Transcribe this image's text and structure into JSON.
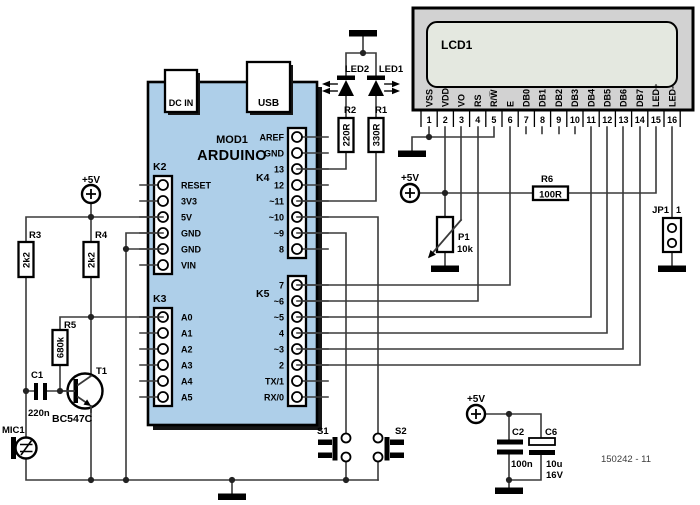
{
  "labels": {
    "plus5v": "+5V",
    "board_ref": "150242 - 11"
  },
  "arduino": {
    "ref": "MOD1",
    "name": "ARDUINO",
    "dc_in": "DC IN",
    "usb": "USB",
    "k2": {
      "label": "K2",
      "pins": [
        "RESET",
        "3V3",
        "5V",
        "GND",
        "GND",
        "VIN"
      ]
    },
    "k3": {
      "label": "K3",
      "pins": [
        "A0",
        "A1",
        "A2",
        "A3",
        "A4",
        "A5"
      ]
    },
    "k4": {
      "label": "K4",
      "pins": [
        "AREF",
        "GND",
        "13",
        "12",
        "~11",
        "~10",
        "~9",
        "8"
      ]
    },
    "k5": {
      "label": "K5",
      "pins": [
        "7",
        "~6",
        "~5",
        "4",
        "~3",
        "2",
        "TX/1",
        "RX/0"
      ]
    }
  },
  "lcd": {
    "ref": "LCD1",
    "pin_names": [
      "VSS",
      "VDD",
      "VO",
      "RS",
      "R/W̅",
      "E",
      "DB0",
      "DB1",
      "DB2",
      "DB3",
      "DB4",
      "DB5",
      "DB6",
      "DB7",
      "LED+",
      "LED-"
    ],
    "pin_numbers": [
      "1",
      "2",
      "3",
      "4",
      "5",
      "6",
      "7",
      "8",
      "9",
      "10",
      "11",
      "12",
      "13",
      "14",
      "15",
      "16"
    ]
  },
  "components": {
    "r1": {
      "ref": "R1",
      "value": "330R"
    },
    "r2": {
      "ref": "R2",
      "value": "220R"
    },
    "r3": {
      "ref": "R3",
      "value": "2k2"
    },
    "r4": {
      "ref": "R4",
      "value": "2k2"
    },
    "r5": {
      "ref": "R5",
      "value": "680k"
    },
    "r6": {
      "ref": "R6",
      "value": "100R"
    },
    "c1": {
      "ref": "C1",
      "value": "220n"
    },
    "c2": {
      "ref": "C2",
      "value": "100n"
    },
    "c6": {
      "ref": "C6",
      "value": "10u",
      "value2": "16V"
    },
    "p1": {
      "ref": "P1",
      "value": "10k"
    },
    "t1": {
      "ref": "T1",
      "value": "BC547C"
    },
    "led1": {
      "ref": "LED1"
    },
    "led2": {
      "ref": "LED2"
    },
    "mic1": {
      "ref": "MIC1"
    },
    "s1": {
      "ref": "S1"
    },
    "s2": {
      "ref": "S2"
    },
    "jp1": {
      "ref": "JP1",
      "pin1": "1"
    }
  }
}
